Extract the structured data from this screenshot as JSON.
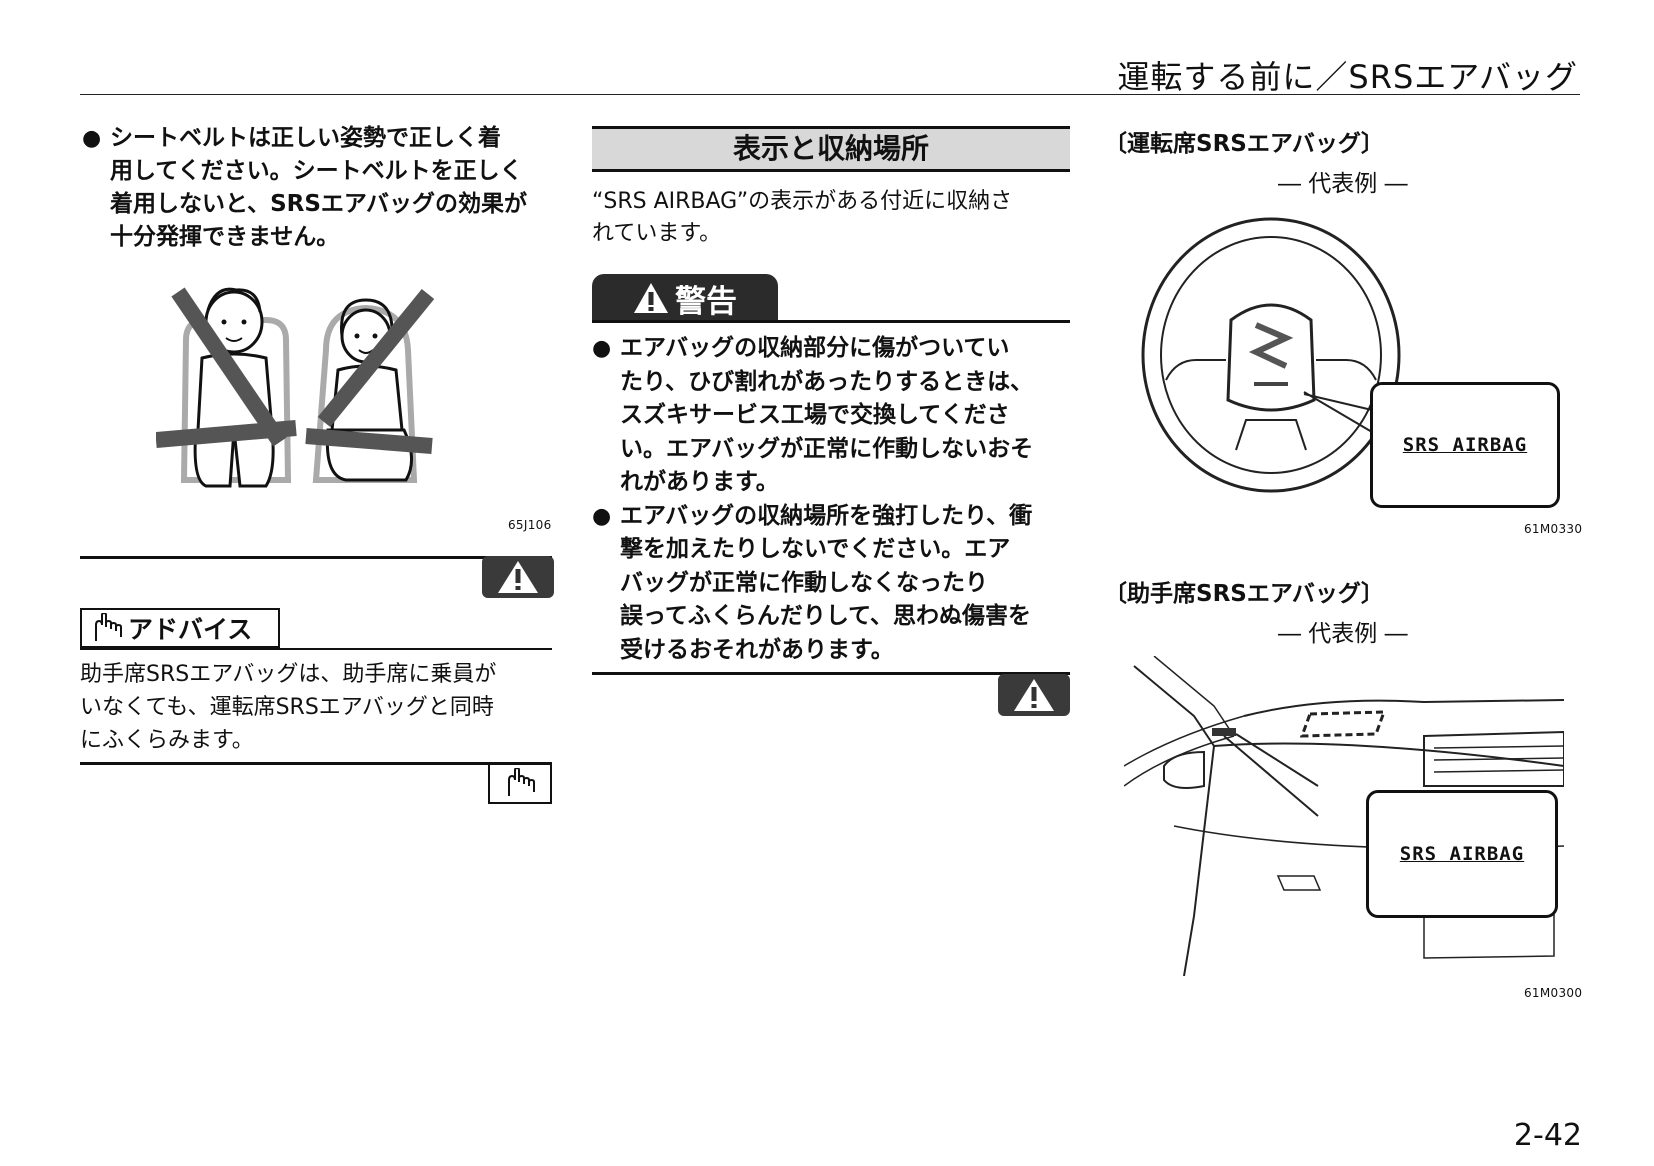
{
  "header": {
    "title": "運転する前に／SRSエアバッグ"
  },
  "col1": {
    "bullet": "シートベルトは正しい姿勢で正しく着用してください。シートベルトを正しく着用しないと、SRSエアバッグの効果が十分発揮できません。",
    "bullet_lines": [
      "シートベルトは正しい姿勢で正しく着",
      "用してください。シートベルトを正しく",
      "着用しないと、SRSエアバッグの効果が",
      "十分発揮できません。"
    ],
    "figure_code": "65J106",
    "advice_label": "アドバイス",
    "advice_lines": [
      "助手席SRSエアバッグは、助手席に乗員が",
      "いなくても、運転席SRSエアバッグと同時",
      "にふくらみます。"
    ]
  },
  "col2": {
    "heading": "表示と収納場所",
    "intro_lines": [
      "“SRS AIRBAG”の表示がある付近に収納さ",
      "れています。"
    ],
    "warning_label": "警告",
    "warning_bullets": [
      {
        "lines": [
          "エアバッグの収納部分に傷がついてい",
          "たり、ひび割れがあったりするときは、",
          "スズキサービス工場で交換してくださ",
          "い。エアバッグが正常に作動しないおそ",
          "れがあります。"
        ]
      },
      {
        "lines": [
          "エアバッグの収納場所を強打したり、衝",
          "撃を加えたりしないでください。エア",
          "バッグが正常に作動しなくなったり",
          "誤ってふくらんだりして、思わぬ傷害を",
          "受けるおそれがあります。"
        ]
      }
    ]
  },
  "col3": {
    "driver_label": "〔運転席SRSエアバッグ〕",
    "driver_rep": "― 代表例 ―",
    "driver_callout": "SRS AIRBAG",
    "driver_code": "61M0330",
    "passenger_label": "〔助手席SRSエアバッグ〕",
    "passenger_rep": "― 代表例 ―",
    "passenger_callout": "SRS AIRBAG",
    "passenger_code": "61M0300"
  },
  "footer": {
    "page": "2-42"
  }
}
